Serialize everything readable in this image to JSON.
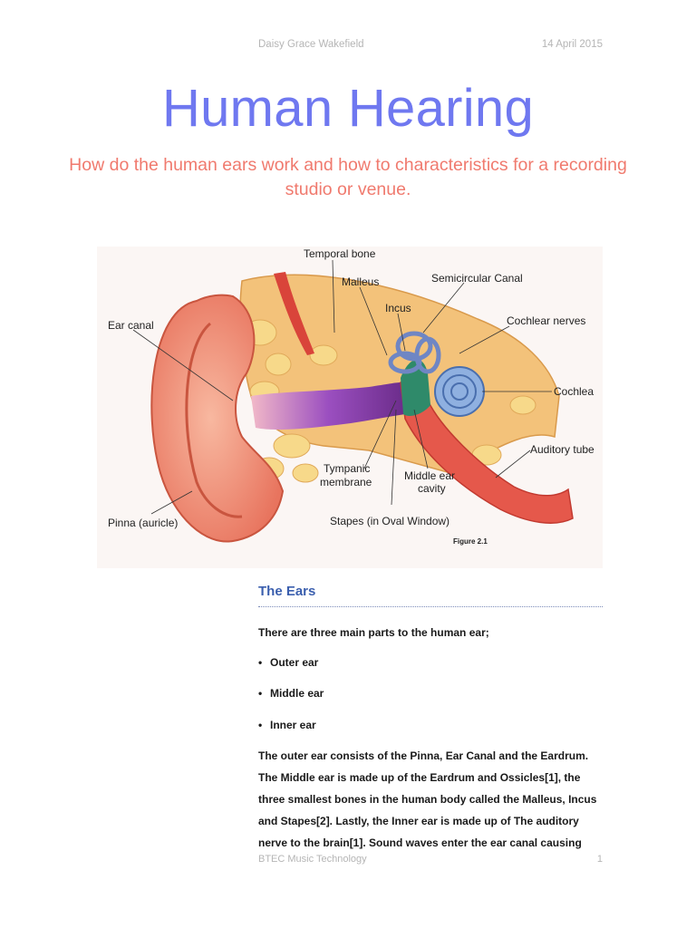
{
  "header": {
    "author": "Daisy Grace Wakefield",
    "date": "14 April 2015"
  },
  "title": "Human Hearing",
  "subtitle": "How do the human ears work and how to characteristics for a recording studio or venue.",
  "figure": {
    "labels": {
      "temporal_bone": "Temporal bone",
      "malleus": "Malleus",
      "semicircular_canal": "Semicircular Canal",
      "incus": "Incus",
      "cochlear_nerves": "Cochlear nerves",
      "ear_canal": "Ear canal",
      "cochlea": "Cochlea",
      "auditory_tube": "Auditory tube",
      "tympanic_1": "Tympanic",
      "tympanic_2": "membrane",
      "middle_ear_1": "Middle ear",
      "middle_ear_2": "cavity",
      "pinna": "Pinna (auricle)",
      "stapes": "Stapes (in Oval Window)",
      "caption": "Figure 2.1"
    }
  },
  "section": {
    "title": "The Ears",
    "intro": "There are three main parts to the human ear;",
    "bullets": [
      "Outer ear",
      "Middle ear",
      "Inner ear"
    ],
    "paragraph": "The outer ear consists of the Pinna, Ear Canal and the Eardrum. The Middle ear is made up of the Eardrum and Ossicles[1], the three smallest bones in the human body called the Malleus, Incus and Stapes[2]. Lastly, the Inner ear is made up of The auditory nerve to the brain[1]. Sound waves enter the ear canal causing"
  },
  "footer": {
    "left": "BTEC Music Technology",
    "page": "1"
  }
}
